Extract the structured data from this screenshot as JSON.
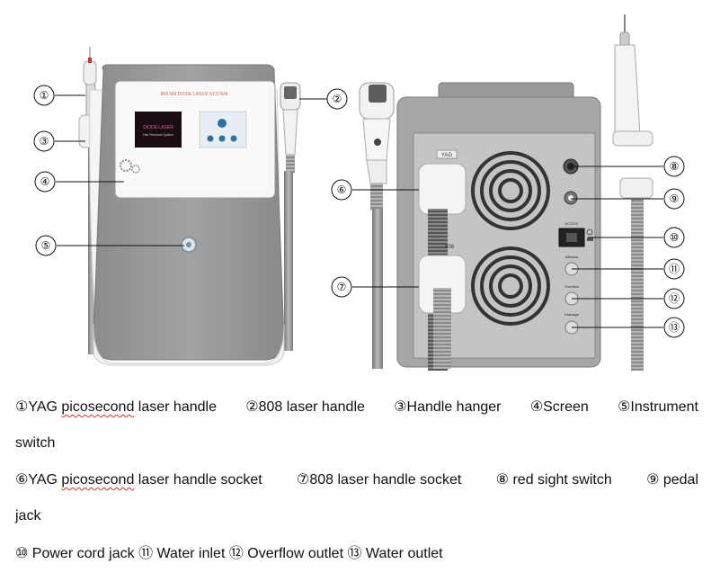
{
  "device": {
    "screen_title": "808 NM DIODE LASER SYSTEM",
    "screen_line1": "DIODE LASER",
    "screen_line2": "Hair Removal System",
    "socket_top_label": "YAG",
    "socket_bottom_label": "808",
    "panel_labels": {
      "power": "AC220V",
      "inlet": "Affusion",
      "overflow": "Overflow",
      "drainage": "Drainage"
    }
  },
  "callouts": [
    "①",
    "②",
    "③",
    "④",
    "⑤",
    "⑥",
    "⑦",
    "⑧",
    "⑨",
    "⑩",
    "⑪",
    "⑫",
    "⑬"
  ],
  "legend": {
    "l1": {
      "n1": "①",
      "yag": "YAG",
      "pico": "picosecond",
      "t1": " laser handle ",
      "n2": "②",
      "t2": "808 laser handle ",
      "n3": "③",
      "t3": "Handle hanger ",
      "n4": "④",
      "t4": "Screen ",
      "n5": "⑤",
      "t5": "Instrument"
    },
    "l2": "switch",
    "l3": {
      "n6": "⑥",
      "yag": "YAG",
      "pico": "picosecond",
      "t6": " laser handle socket ",
      "n7": "⑦",
      "t7": "808 laser handle socket ",
      "n8": "⑧",
      "t8": " red sight switch ",
      "n9": "⑨",
      "t9": " pedal"
    },
    "l4": "jack",
    "l5": {
      "n10": "⑩",
      "t10": " Power cord jack ",
      "n11": "⑪",
      "t11": " Water inlet ",
      "n12": "⑫",
      "t12": " Overflow outlet ",
      "n13": "⑬",
      "t13": " Water outlet"
    }
  }
}
